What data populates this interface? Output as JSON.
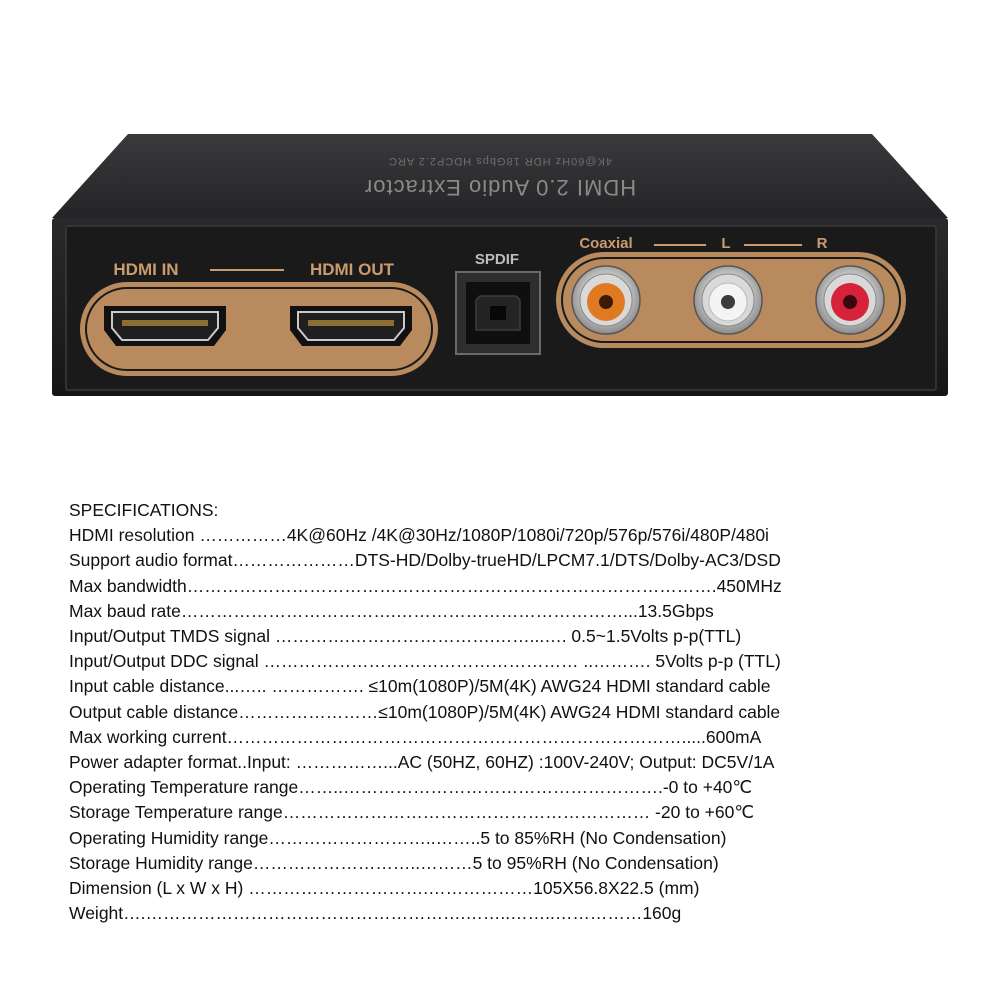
{
  "device": {
    "top_text": "HDMI 2.0 Audio Extractor",
    "top_subtext": "4K@60Hz HDR 18Gbps HDCP2.2 ARC",
    "labels": {
      "hdmi_in": "HDMI IN",
      "hdmi_out": "HDMI OUT",
      "spdif": "SPDIF",
      "coaxial": "Coaxial",
      "left": "L",
      "right": "R"
    },
    "colors": {
      "body": "#2b2b2d",
      "panel": "#1c1c1d",
      "copper": "#b98a5e",
      "coaxial_jack": "#e07a22",
      "left_jack": "#f4f4f4",
      "right_jack": "#d6233a"
    }
  },
  "specs": {
    "title": "SPECIFICATIONS:",
    "lines": [
      "HDMI resolution ……………4K@60Hz /4K@30Hz/1080P/1080i/720p/576p/576i/480P/480i",
      "Support audio format…………………DTS-HD/Dolby-trueHD/LPCM7.1/DTS/Dolby-AC3/DSD",
      "Max bandwidth……………………………………………………………………………….450MHz",
      "Max baud rate……………………………….…………………………………...13.5Gbps",
      "Input/Output TMDS signal ………….…………………….……...…. 0.5~1.5Volts p-p(TTL)",
      "Input/Output DDC signal ……………………………………………… ..………. 5Volts p-p (TTL)",
      "Input cable distance...….. ……………. ≤10m(1080P)/5M(4K) AWG24 HDMI standard cable",
      "Output cable distance……………………≤10m(1080P)/5M(4K) AWG24 HDMI standard cable",
      "Max working current…………………………………………………………………….....600mA",
      "Power adapter format..Input: ……………...AC (50HZ, 60HZ) :100V-240V; Output: DC5V/1A",
      "Operating Temperature range……..……………………………………………….-0 to +40℃",
      "Storage Temperature range……………………………………………………… -20 to +60℃",
      "Operating Humidity range………………………..……..5 to 85%RH (No Condensation)",
      "Storage Humidity range………………………..………5 to 95%RH (No Condensation)",
      "Dimension (L x W x H)  ………………………….………………105X56.8X22.5 (mm)",
      "Weight….……………………………………………….……..……..……………160g"
    ]
  }
}
